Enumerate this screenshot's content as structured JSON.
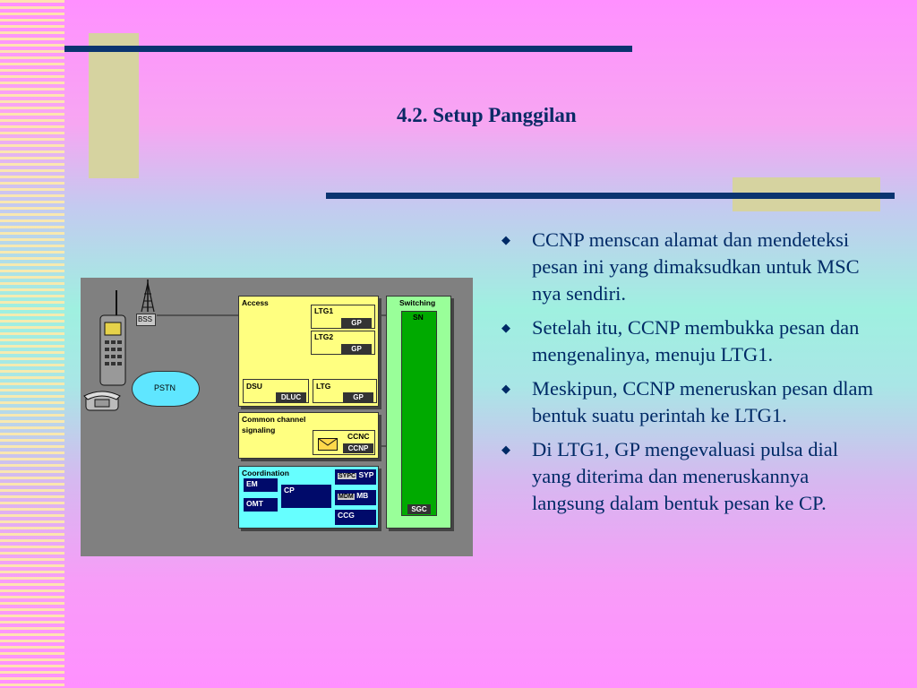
{
  "slide": {
    "title": "4.2. Setup Panggilan",
    "bullets": [
      "CCNP menscan alamat dan mendeteksi pesan ini yang dimaksudkan untuk MSC nya sendiri.",
      "Setelah itu, CCNP membukka pesan dan mengenalinya, menuju LTG1.",
      "Meskipun, CCNP meneruskan pesan dlam bentuk suatu perintah ke LTG1.",
      "Di LTG1, GP mengevaluasi pulsa dial yang diterima dan meneruskannya langsung dalam bentuk pesan ke CP."
    ],
    "bullet_symbol": "◆"
  },
  "diagram": {
    "bss": "BSS",
    "pstn": "PSTN",
    "access": {
      "title": "Access",
      "ltg1": "LTG1",
      "ltg1_gp": "GP",
      "ltg2": "LTG2",
      "ltg2_gp": "GP",
      "dsu": "DSU",
      "dluc": "DLUC",
      "ltg": "LTG",
      "ltg_gp": "GP"
    },
    "ccs": {
      "title_line1": "Common channel",
      "title_line2": "signaling",
      "ccnc": "CCNC",
      "ccnp": "CCNP"
    },
    "coordination": {
      "title": "Coordination",
      "em": "EM",
      "omt": "OMT",
      "cp": "CP",
      "sypc": "SYPC",
      "syp": "SYP",
      "mdm": "MDM",
      "mb": "MB",
      "ccg": "CCG"
    },
    "switching": {
      "title": "Switching",
      "sn": "SN",
      "sgc": "SGC"
    },
    "colors": {
      "access_bg": "#ffff80",
      "coordination_bg": "#66ffff",
      "switching_bg": "#99ff99",
      "sn_bg": "#00aa00",
      "pstn_bg": "#5fe6ff",
      "panel_bg": "#808080"
    }
  }
}
